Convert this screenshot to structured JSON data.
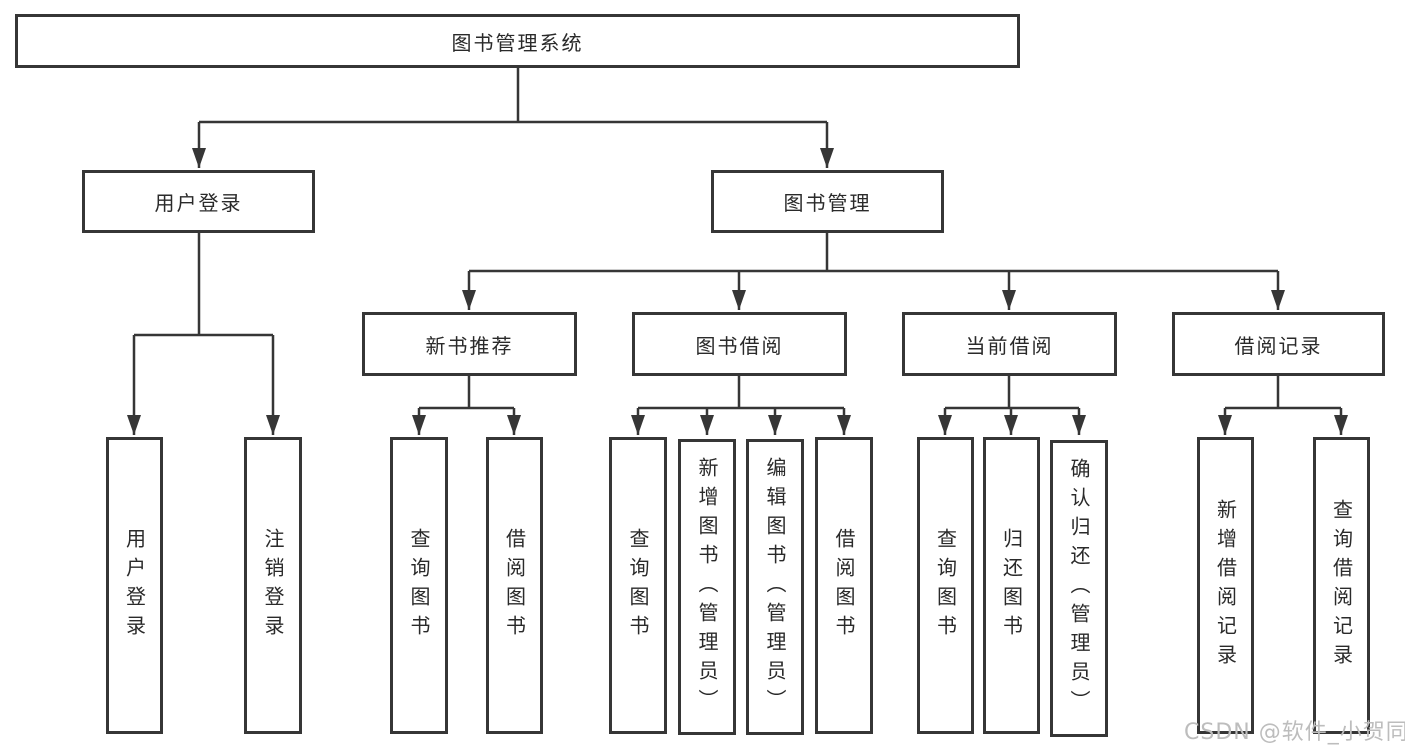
{
  "title": "图书管理系统",
  "watermark": "CSDN @软件_小贺同学",
  "colors": {
    "line": "#363636",
    "text": "#2a2a2a",
    "background": "#ffffff",
    "watermark": "#bdbdbd"
  },
  "tree": {
    "root": {
      "label": "图书管理系统"
    },
    "user": {
      "label": "用户登录",
      "children": [
        {
          "label": "用户登录"
        },
        {
          "label": "注销登录"
        }
      ]
    },
    "book": {
      "label": "图书管理",
      "sections": [
        {
          "label": "新书推荐",
          "children": [
            {
              "label": "查询图书"
            },
            {
              "label": "借阅图书"
            }
          ]
        },
        {
          "label": "图书借阅",
          "children": [
            {
              "label": "查询图书"
            },
            {
              "label": "新增图书（管理员）"
            },
            {
              "label": "编辑图书（管理员）"
            },
            {
              "label": "借阅图书"
            }
          ]
        },
        {
          "label": "当前借阅",
          "children": [
            {
              "label": "查询图书"
            },
            {
              "label": "归还图书"
            },
            {
              "label": "确认归还（管理员）"
            }
          ]
        },
        {
          "label": "借阅记录",
          "children": [
            {
              "label": "新增借阅记录"
            },
            {
              "label": "查询借阅记录"
            }
          ]
        }
      ]
    }
  }
}
